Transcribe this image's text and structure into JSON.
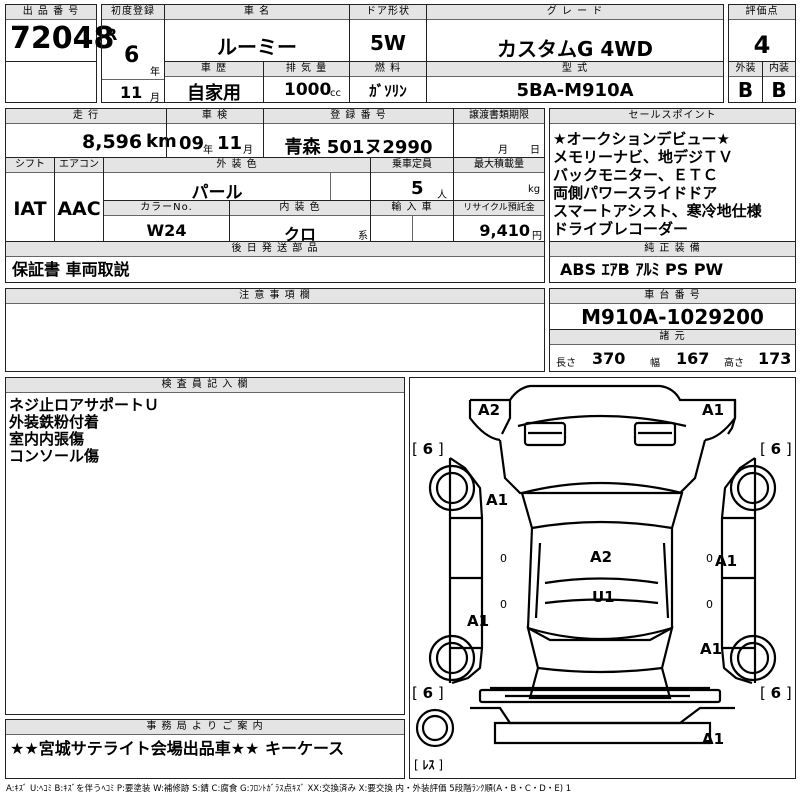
{
  "lot": {
    "label": "出 品 番 号",
    "value": "72048"
  },
  "first_reg": {
    "label": "初度登録",
    "era": "R",
    "year": "6",
    "year_unit": "年",
    "month": "11",
    "month_unit": "月"
  },
  "car_name": {
    "label": "車  名",
    "value": "ルーミー"
  },
  "door": {
    "label": "ドア形状",
    "value": "5W"
  },
  "grade": {
    "label": "グ レ ー ド",
    "value": "カスタムG  4WD"
  },
  "score": {
    "label": "評価点",
    "value": "4"
  },
  "history": {
    "label": "車 歴",
    "value": "自家用"
  },
  "displacement": {
    "label": "排 気 量",
    "value": "1000",
    "unit": "cc"
  },
  "fuel": {
    "label": "燃 料",
    "value": "ｶﾞｿﾘﾝ"
  },
  "model": {
    "label": "型 式",
    "value": "5BA-M910A"
  },
  "exterior_grade": {
    "label": "外装",
    "value": "B"
  },
  "interior_grade": {
    "label": "内装",
    "value": "B"
  },
  "mileage": {
    "label": "走 行",
    "value": "8,596",
    "unit": "km"
  },
  "inspection": {
    "label": "車 検",
    "year": "09",
    "year_unit": "年",
    "month": "11",
    "month_unit": "月"
  },
  "registration": {
    "label": "登 録 番 号",
    "value": "青森 501ヌ2990"
  },
  "transfer": {
    "label": "譲渡書類期限",
    "month_unit": "月",
    "day_unit": "日"
  },
  "shift": {
    "label": "シフト",
    "value": "IAT"
  },
  "aircon": {
    "label": "エアコン",
    "value": "AAC"
  },
  "ext_color": {
    "label": "外 装 色",
    "value": "パール"
  },
  "capacity": {
    "label": "乗車定員",
    "value": "5",
    "unit": "人"
  },
  "max_load": {
    "label": "最大積載量",
    "unit": "kg"
  },
  "color_no": {
    "label": "カラーNo.",
    "value": "W24"
  },
  "int_color": {
    "label": "内 装 色",
    "value": "クロ",
    "unit": "系"
  },
  "import": {
    "label": "輸 入 車"
  },
  "recycle": {
    "label": "リサイクル預託金",
    "value": "9,410",
    "unit": "円"
  },
  "later_parts": {
    "label": "後 日 発 送 部 品",
    "value": "保証書 車両取説"
  },
  "sales_points": {
    "label": "セールスポイント",
    "items": [
      "★オークションデビュー★",
      "メモリーナビ、地デジＴＶ",
      "バックモニター、ＥＴＣ",
      "両側パワースライドドア",
      "スマートアシスト、寒冷地仕様",
      "ドライブレコーダー"
    ]
  },
  "equipment": {
    "label": "純 正 装 備",
    "value": "ABS ｴｱB ｱﾙﾐ PS PW"
  },
  "notes": {
    "label": "注 意 事 項 欄"
  },
  "chassis": {
    "label": "車 台 番 号",
    "value": "M910A-1029200"
  },
  "specs": {
    "label": "諸 元",
    "length_label": "長さ",
    "length": "370",
    "width_label": "幅",
    "width": "167",
    "height_label": "高さ",
    "height": "173"
  },
  "inspector": {
    "label": "検 査 員 記 入 欄",
    "lines": [
      "ネジ止ロアサポートＵ",
      "外装鉄粉付着",
      "室内内張傷",
      "コンソール傷"
    ]
  },
  "office": {
    "label": "事 務 局 よ り ご 案 内",
    "value": "★★宮城サテライト会場出品車★★  キーケース"
  },
  "legend": "A:ｷｽﾞ U:ﾍｺﾐ B:ｷｽﾞを伴うﾍｺﾐ P:要塗装 W:補修跡 S:錆 C:腐食 G:ﾌﾛﾝﾄｶﾞﾗｽ点ｷｽﾞ XX:交換済み X:要交換  内・外装評価  5段階ﾗﾝｸ順(A・B・C・D・E) 1",
  "diagram": {
    "marks": {
      "fl_bumper": "A2",
      "fr_bumper": "A1",
      "l_front_door": "A1",
      "roof": "A2",
      "center": "U1",
      "r_front_door": "A1",
      "l_rear_door": "A1",
      "r_rear_fender": "A1",
      "rear": "A1"
    },
    "tires": {
      "fl": "6",
      "fr": "6",
      "rl": "6",
      "rr": "6",
      "spare": "ﾚｽ"
    },
    "zero_l": "0",
    "zero_r": "0",
    "zero_l2": "0",
    "zero_r2": "0"
  }
}
